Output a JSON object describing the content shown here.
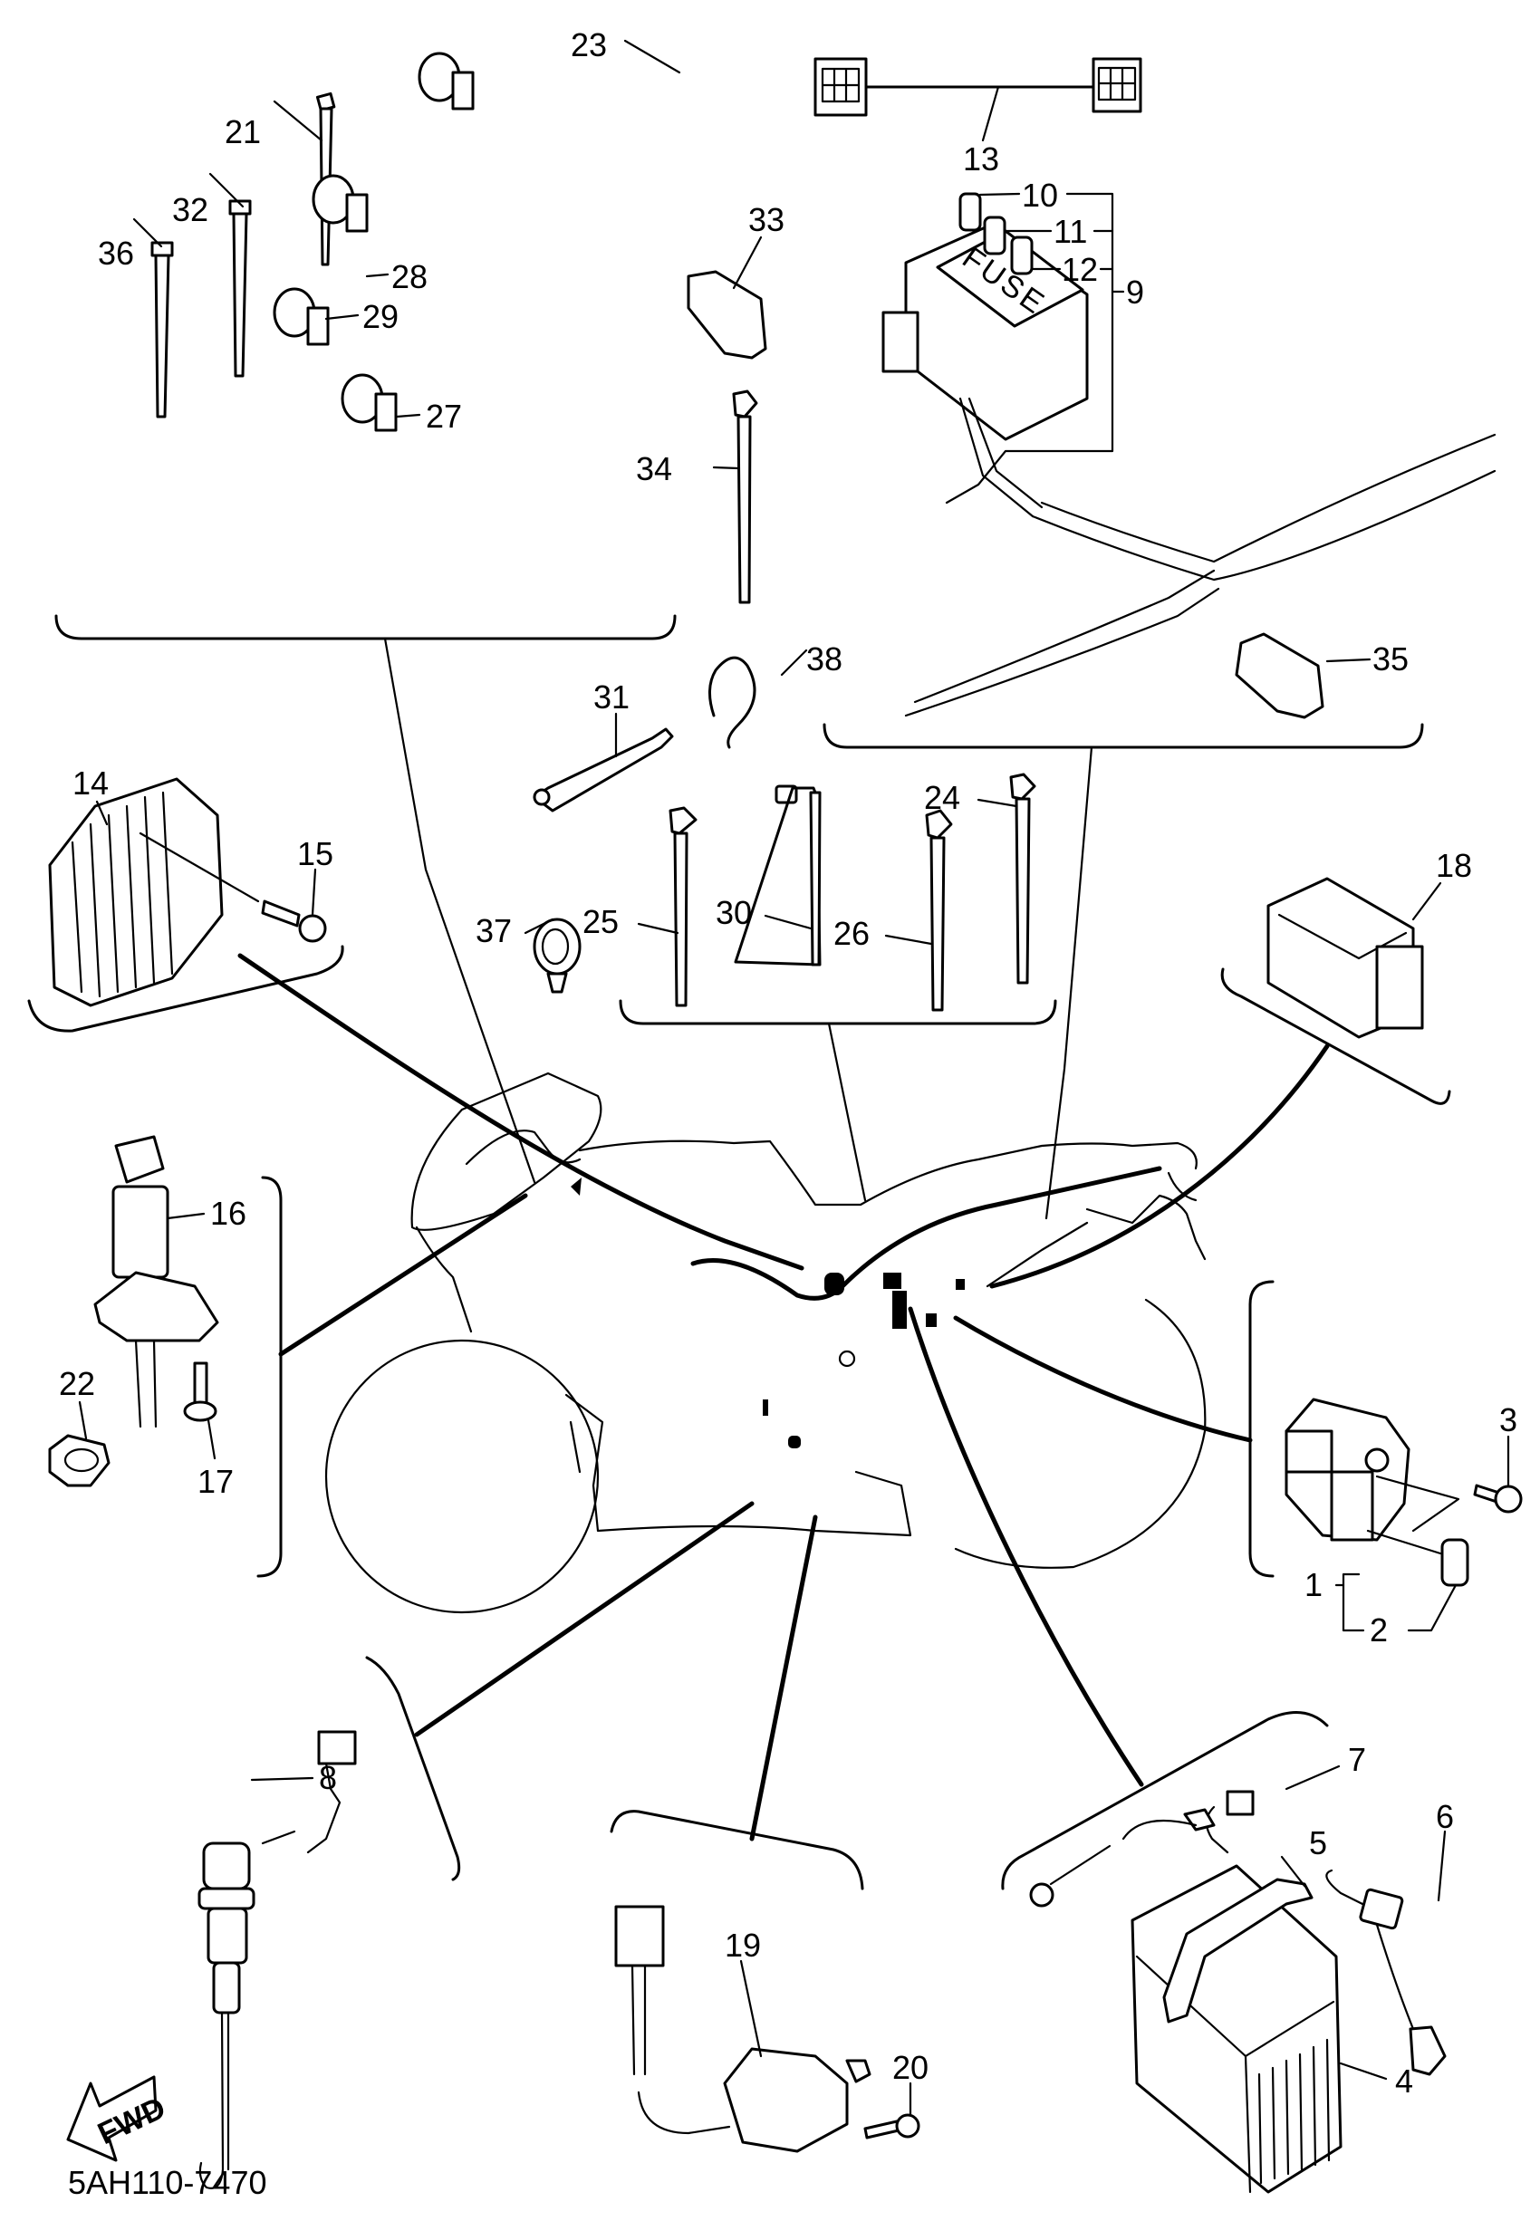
{
  "diagram": {
    "title": "Electrical parts exploded view",
    "drawing_code": "5AH110-7470",
    "fuse_box_text": "FUSE",
    "forward_arrow_text": "FWD",
    "line_color": "#000000",
    "background_color": "#ffffff"
  },
  "callouts": [
    {
      "id": "1",
      "label": "1",
      "part": "starter-relay-assembly"
    },
    {
      "id": "2",
      "label": "2",
      "part": "relay-fuse"
    },
    {
      "id": "3",
      "label": "3",
      "part": "relay-bolt"
    },
    {
      "id": "4",
      "label": "4",
      "part": "battery"
    },
    {
      "id": "5",
      "label": "5",
      "part": "battery-band"
    },
    {
      "id": "6",
      "label": "6",
      "part": "battery-positive-lead"
    },
    {
      "id": "7",
      "label": "7",
      "part": "battery-negative-lead"
    },
    {
      "id": "8",
      "label": "8",
      "part": "neutral-switch"
    },
    {
      "id": "9",
      "label": "9",
      "part": "fuse-box-assembly"
    },
    {
      "id": "10",
      "label": "10",
      "part": "fuse-10"
    },
    {
      "id": "11",
      "label": "11",
      "part": "fuse-11"
    },
    {
      "id": "12",
      "label": "12",
      "part": "fuse-12"
    },
    {
      "id": "13",
      "label": "13",
      "part": "sub-lead-connector"
    },
    {
      "id": "14",
      "label": "14",
      "part": "rectifier-regulator"
    },
    {
      "id": "15",
      "label": "15",
      "part": "regulator-bolt"
    },
    {
      "id": "16",
      "label": "16",
      "part": "main-switch"
    },
    {
      "id": "17",
      "label": "17",
      "part": "main-switch-screw"
    },
    {
      "id": "18",
      "label": "18",
      "part": "relay-unit"
    },
    {
      "id": "19",
      "label": "19",
      "part": "rear-brake-switch"
    },
    {
      "id": "20",
      "label": "20",
      "part": "brake-switch-screw"
    },
    {
      "id": "21",
      "label": "21",
      "part": "cable-tie-21"
    },
    {
      "id": "22",
      "label": "22",
      "part": "wire-holder-22"
    },
    {
      "id": "23",
      "label": "23",
      "part": "clamp-23"
    },
    {
      "id": "24",
      "label": "24",
      "part": "band-24"
    },
    {
      "id": "25",
      "label": "25",
      "part": "band-25"
    },
    {
      "id": "26",
      "label": "26",
      "part": "band-26"
    },
    {
      "id": "27",
      "label": "27",
      "part": "clamp-27"
    },
    {
      "id": "28",
      "label": "28",
      "part": "clamp-28"
    },
    {
      "id": "29",
      "label": "29",
      "part": "clamp-29"
    },
    {
      "id": "30",
      "label": "30",
      "part": "band-30"
    },
    {
      "id": "31",
      "label": "31",
      "part": "lead-wire-31"
    },
    {
      "id": "32",
      "label": "32",
      "part": "cable-tie-32"
    },
    {
      "id": "33",
      "label": "33",
      "part": "holder-33"
    },
    {
      "id": "34",
      "label": "34",
      "part": "band-34"
    },
    {
      "id": "35",
      "label": "35",
      "part": "holder-35"
    },
    {
      "id": "36",
      "label": "36",
      "part": "cable-tie-36"
    },
    {
      "id": "37",
      "label": "37",
      "part": "clamp-37"
    },
    {
      "id": "38",
      "label": "38",
      "part": "wire-clip-38"
    }
  ]
}
